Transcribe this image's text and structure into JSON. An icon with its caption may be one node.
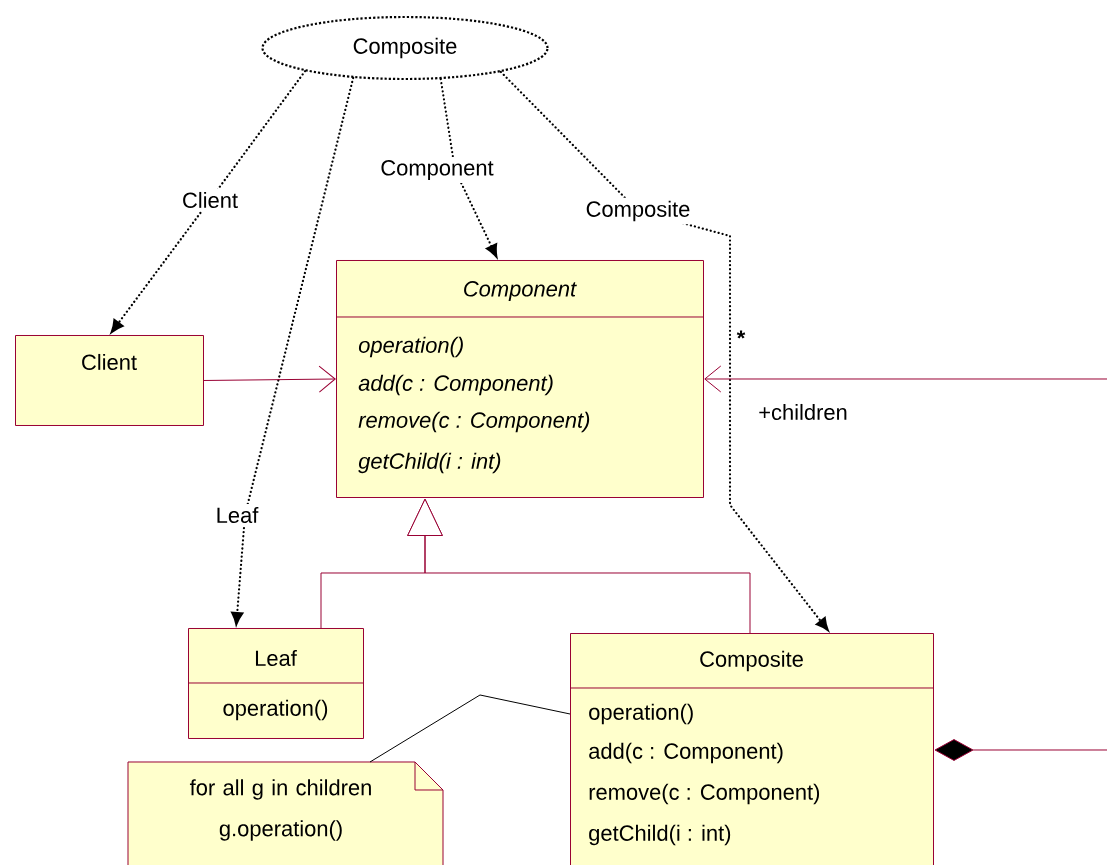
{
  "diagram": {
    "nodes": [
      {
        "text": [
          "Composite"
        ]
      },
      {
        "text": [
          "Client"
        ]
      },
      {
        "text": [
          "Component",
          "operation()",
          "add(c : Component)",
          "remove(c : Component)",
          "getChild(i : int)"
        ]
      },
      {
        "text": [
          "Leaf",
          "operation()"
        ]
      },
      {
        "text": [
          "Composite",
          "operation()",
          "add(c : Component)",
          "remove(c : Component)",
          "getChild(i : int)"
        ]
      },
      {
        "text": [
          "for all g in children g.operation()"
        ]
      }
    ],
    "edges": [
      {
        "from": 0,
        "to": 1,
        "arrow": "to",
        "label": "Client",
        "style": "dashed"
      },
      {
        "from": 0,
        "to": 3,
        "arrow": "to",
        "label": "Leaf",
        "style": "dashed"
      },
      {
        "from": 0,
        "to": 2,
        "arrow": "to",
        "label": "Component",
        "style": "dashed"
      },
      {
        "from": 0,
        "to": 4,
        "arrow": "to",
        "label": "Composite",
        "style": "dashed"
      },
      {
        "from": 1,
        "to": 2,
        "arrow": "to",
        "color": "#990033"
      },
      {
        "from": 3,
        "to": 2,
        "arrow": "to",
        "color": "#990033"
      },
      {
        "from": 4,
        "to": 2,
        "arrow": "to",
        "color": "#990033"
      },
      {
        "from": 4,
        "to": 2,
        "arrow": "to",
        "color": "#990033"
      },
      {
        "from": 5,
        "to": 4,
        "arrow": "none"
      }
    ],
    "labels": [
      "*",
      "+children"
    ]
  }
}
